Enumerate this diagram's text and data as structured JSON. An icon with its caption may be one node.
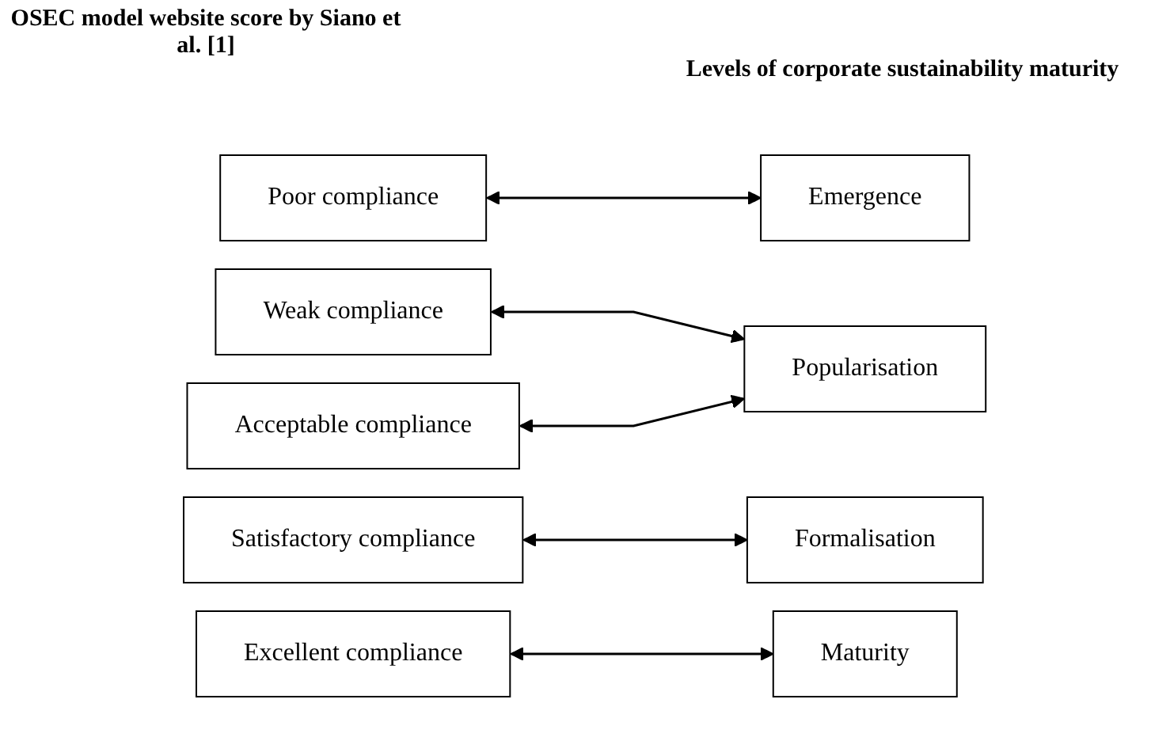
{
  "diagram": {
    "nodes": [
      {
        "text": [
          "Poor compliance"
        ]
      },
      {
        "text": [
          "Weak compliance"
        ]
      },
      {
        "text": [
          "Acceptable compliance"
        ]
      },
      {
        "text": [
          "Satisfactory compliance"
        ]
      },
      {
        "text": [
          "Excellent compliance"
        ]
      },
      {
        "text": [
          "Emergence"
        ]
      },
      {
        "text": [
          "Popularisation"
        ]
      },
      {
        "text": [
          "Formalisation"
        ]
      },
      {
        "text": [
          "Maturity"
        ]
      }
    ],
    "edges": [
      {
        "from": 0,
        "to": 5,
        "arrow": "both"
      },
      {
        "from": 1,
        "to": 6,
        "arrow": "both"
      },
      {
        "from": 2,
        "to": 6,
        "arrow": "both"
      },
      {
        "from": 3,
        "to": 7,
        "arrow": "both"
      },
      {
        "from": 4,
        "to": 8,
        "arrow": "both"
      }
    ],
    "labels": [
      "OSEC model website score by Siano et al. [1]",
      "Levels of corporate sustainability maturity"
    ]
  }
}
